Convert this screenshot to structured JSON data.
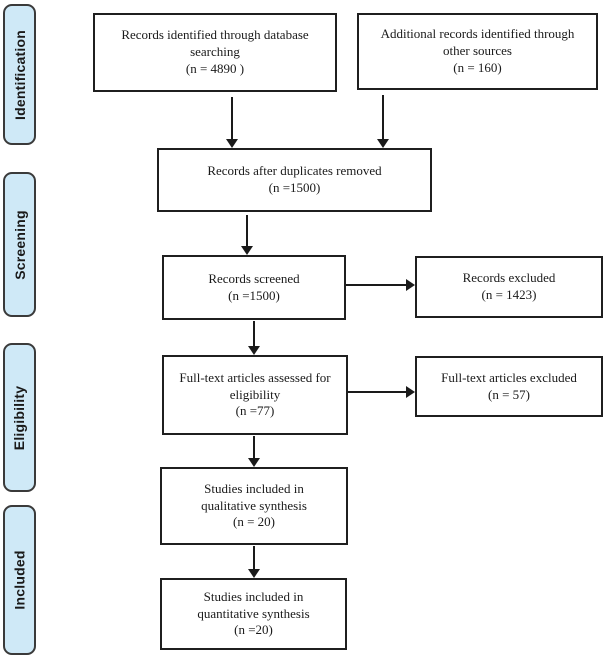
{
  "sidebar": {
    "stages": [
      {
        "label": "Identification"
      },
      {
        "label": "Screening"
      },
      {
        "label": "Eligibility"
      },
      {
        "label": "Included"
      }
    ]
  },
  "flow": {
    "boxes": [
      {
        "title": "Records identified through database\nsearching",
        "count": "(n = 4890 )"
      },
      {
        "title": "Additional records identified through\nother sources",
        "count": "(n = 160)"
      },
      {
        "title": "Records after duplicates removed",
        "count": "(n =1500)"
      },
      {
        "title": "Records screened",
        "count": "(n =1500)"
      },
      {
        "title": "Records excluded",
        "count": "(n = 1423)"
      },
      {
        "title": "Full-text articles assessed for\neligibility",
        "count": "(n =77)"
      },
      {
        "title": "Full-text articles excluded",
        "count": "(n = 57)"
      },
      {
        "title": "Studies included in\nqualitative synthesis",
        "count": "(n = 20)"
      },
      {
        "title": "Studies included in\nquantitative synthesis",
        "count": "(n =20)"
      }
    ]
  },
  "colors": {
    "stage_fill": "#cfe9f7",
    "stage_border": "#3a3a3a",
    "box_border": "#1f1f1f",
    "arrow": "#1a1a1a",
    "text": "#1a1a1a"
  }
}
